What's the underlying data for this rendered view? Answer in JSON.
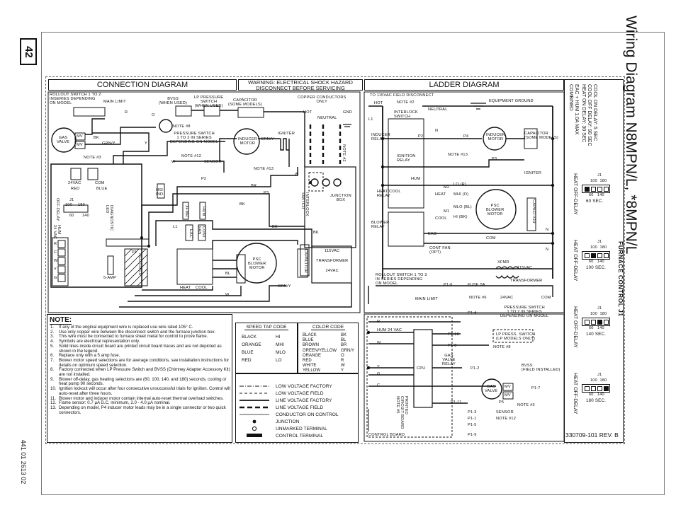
{
  "page": {
    "page_number": "42",
    "doc_id": "441 01 2613 02",
    "main_title": "Wiring Diagram N8MPN/L, *8MPN/L",
    "revision": "330709-101 REV. B"
  },
  "sections": {
    "connection_title": "CONNECTION DIAGRAM",
    "warning_line1": "WARNING:  ELECTRICAL SHOCK HAZARD",
    "warning_line2": "DISCONNECT BEFORE SERVICING",
    "ladder_title": "LADDER DIAGRAM"
  },
  "furnace_control": {
    "delay_lines": [
      "COOL ON DELAY:  5 SEC",
      "COOL OFF DELAY:  90 SEC",
      "HEAT ON DELAY:  30 SEC"
    ],
    "eac_lines": [
      "EAC + HUM 1.0A MAX",
      "COMBINED"
    ],
    "title": "FURNACE CONTROL  J1",
    "jumpers": [
      {
        "label": "HEAT OFF-DELAY",
        "j": "J1",
        "top": "100  180",
        "bottom": "60   140",
        "setting": "60 SEC."
      },
      {
        "label": "HEAT OFF-DELAY",
        "j": "J1",
        "top": "100  180",
        "bottom": "60   140",
        "setting": "100 SEC."
      },
      {
        "label": "HEAT OFF-DELAY",
        "j": "J1",
        "top": "100  180",
        "bottom": "60   140",
        "setting": "140 SEC."
      },
      {
        "label": "HEAT OFF-DELAY",
        "j": "J1",
        "top": "100  180",
        "bottom": "60   140",
        "setting": "180 SEC."
      }
    ]
  },
  "connection_labels": {
    "rollout": [
      "ROLLOUT SWITCH 1 TO 2",
      "INSERIES DEPENDING",
      "ON MODEL"
    ],
    "main_limit": "MAIN LIMIT",
    "bvss": [
      "BVSS",
      "(WHEN USED)"
    ],
    "lp_pressure": [
      "LP PRESSURE",
      "SWITCH",
      "(WHEN USED)"
    ],
    "capacitor": [
      "CAPACITOR",
      "(SOME MODELS)"
    ],
    "copper": [
      "COPPER CONDUCTORS",
      "ONLY"
    ],
    "note8": "NOTE #8",
    "pressure_switch": [
      "PRESSURE SWITCH",
      "1 TO 2 IN SERIES",
      "DEPENDING ON MODEL"
    ],
    "gas_valve": [
      "GAS",
      "VALVE"
    ],
    "mv": "MV",
    "note3": "NOTE #3",
    "inducer_motor": [
      "INDUCER",
      "MOTOR"
    ],
    "igniter": "IGNITER",
    "hot": "HOT",
    "gnd": "GND",
    "neutral": "NEUTRAL",
    "note12": "NOTE #12",
    "sensor": "SENSOR",
    "note13": "NOTE #13",
    "note2": "NOTE #2",
    "vac24": "24VAC",
    "com": "COM",
    "red": "RED",
    "blue": "BLUE",
    "j1": "J1",
    "j1_nums": [
      "100",
      "180",
      "60",
      "140"
    ],
    "off_delay": "OFF-DELAY",
    "hsi_ind": [
      "HSI",
      "IND"
    ],
    "diag_led": [
      "DIAGNOSTIC",
      "LED"
    ],
    "hum24": [
      "HUM",
      "24 VAC"
    ],
    "p1": "P1",
    "p2": "P2",
    "p3": "P3",
    "xfmr": "XFMR",
    "hum": "HUM",
    "l1": "L1",
    "cont_fan": [
      "CONT",
      "FAN"
    ],
    "eac": "EAC",
    "interlock": [
      "INTERLOCK",
      "SWITCH"
    ],
    "junction_box": [
      "JUNCTION",
      "BOX"
    ],
    "five_amp": "5-AMP",
    "neutrals": "NEUTRALS",
    "heat": "HEAT",
    "cool": "COOL",
    "psc_motor": [
      "PSC",
      "BLOWER",
      "MOTOR"
    ],
    "transformer": [
      "115VAC",
      "TRANSFORMER",
      "24VAC"
    ],
    "capacitor2": "CAPACITOR",
    "grn_y": "GRN/Y",
    "terminals": [
      "R",
      "C",
      "W",
      "Y",
      "G"
    ],
    "wire_labels": [
      "BK",
      "W",
      "R",
      "Y",
      "O",
      "BR",
      "BL",
      "BK",
      "W",
      "BK",
      "BK",
      "W"
    ]
  },
  "ladder_labels": {
    "top": [
      "TO 115VAC FIELD DISCONNECT",
      "HOT",
      "NOTE #2",
      "NEUTRAL",
      "EQUIPMENT GROUND"
    ],
    "interlock": [
      "INTERLOCK",
      "SWITCH"
    ],
    "l1": "L1",
    "inducer_relay": [
      "INDUCER",
      "RELAY"
    ],
    "p2": "P2",
    "p4": "P4",
    "inducer_motor": [
      "INDUCER",
      "MOTOR"
    ],
    "capacitor": [
      "CAPACITOR",
      "(SOME MODELS)"
    ],
    "ignition_relay": [
      "IGNITION",
      "RELAY"
    ],
    "note13": "NOTE #13",
    "p3": "P3",
    "igniter": "IGNITER",
    "hum": "HUM",
    "heat_cool_relay": [
      "HEAT/COOL",
      "RELAY"
    ],
    "lo": "LO (R)",
    "mhi": "MHI (O)",
    "mlo": "MLO (BL)",
    "hi": "HI (BK)",
    "m2": "M2",
    "m1": "M1",
    "heat": "HEAT",
    "cool": "COOL",
    "com": "COM",
    "psc": [
      "PSC",
      "BLOWER",
      "MOTOR"
    ],
    "capacitor2": "CAPACITOR",
    "blower_relay": [
      "BLOWER",
      "RELAY"
    ],
    "eac": "EAC",
    "cont_fan": [
      "CONT FAN",
      "(OPT)"
    ],
    "xfmr": "XFMR",
    "n": "N",
    "vac115": "115VAC",
    "transformer": "TRANSFORMER",
    "rollout": [
      "ROLLOUT SWITCH 1 TO 3",
      "IN SERIES DEPENDING",
      "ON MODEL"
    ],
    "p16": "P1-6",
    "fuse": "FUSE 5A",
    "note6": "NOTE #6",
    "vac24": "24VAC",
    "com2": "COM",
    "main_limit": "MAIN LIMIT",
    "p14": "P1-4",
    "pressure_switch": [
      "PRESSURE SWITCH",
      "1 TO 2 IN SERIES",
      "DEPENDING ON MODEL"
    ],
    "r": "R",
    "hum24": "HUM  24 VAC",
    "p110": "P1-10",
    "lp_press": [
      "LP PRESS. SWITCH",
      "(LP MODELS ONLY)"
    ],
    "w": "W",
    "p18": "P1-8",
    "note8": "NOTE #8",
    "gas_valve_relay": [
      "GAS",
      "VALVE",
      "RELAY"
    ],
    "cpu": "CPU",
    "y": "Y",
    "g": "G",
    "p12": "P1-2",
    "bvss": [
      "BVSS",
      "(FIELD INSTALLED)"
    ],
    "c": "C",
    "gas_valve": [
      "GAS",
      "VALVE"
    ],
    "mv": "MV",
    "p17": "P1-7",
    "printed": [
      "PRINTED",
      "CIRCUIT BOARD",
      "NOTE #5"
    ],
    "p111": "P1-11",
    "p5": "P5",
    "note3": "NOTE #3",
    "p13": "P1-3",
    "sensor": "SENSOR",
    "p11": "P1-1",
    "note12": "NOTE #12",
    "p15": "P1-5",
    "control_board": "CONTROL BOARD",
    "p19": "P1-9"
  },
  "notes": {
    "heading": "NOTE:",
    "items": [
      {
        "num": "1.",
        "text": "If any of the original equipment wire is replaced use wire rated 105° C."
      },
      {
        "num": "2.",
        "text": "Use only copper wire between the disconnect switch and the furnace junction box."
      },
      {
        "num": "3.",
        "text": "This wire must be connected to furnace sheet metal for control to prove flame."
      },
      {
        "num": "4.",
        "text": "Symbols are electrical representation only."
      },
      {
        "num": "5.",
        "text": "Solid lines inside circuit board are printed circuit board traces and are not depicted as shown in the legend."
      },
      {
        "num": "6.",
        "text": "Replace only with a 5 amp fuse."
      },
      {
        "num": "7.",
        "text": "Blower motor speed selections are for average conditions, see installation instructions for details on optimum speed selection."
      },
      {
        "num": "8.",
        "text": "Factory connected when LP Pressure Switch and BVSS (Chimney Adapter Accessory Kit) are not installed."
      },
      {
        "num": "9.",
        "text": "Blower off-delay, gas heating selections are (60, 100, 140, and 180) seconds, cooling or heat pump 90 seconds."
      },
      {
        "num": "10.",
        "text": "Ignition lockout will occur after four consecutive unsuccessful trials for ignition.  Control will auto-reset after three hours."
      },
      {
        "num": "11.",
        "text": "Blower motor and inducer motor contain internal auto-reset thermal overload switches."
      },
      {
        "num": "12.",
        "text": "Flame sensor: 0.7 μA D.C. minimum, 2.0 - 4.0 μA nominal."
      },
      {
        "num": "13.",
        "text": "Depending on model, P4 inducer motor leads may be in a single connector or two quick connectors."
      }
    ]
  },
  "speed_tap": {
    "heading": "SPEED TAP CODE",
    "rows": [
      [
        "BLACK",
        "HI"
      ],
      [
        "ORANGE",
        "MHI"
      ],
      [
        "BLUE",
        "MLO"
      ],
      [
        "RED",
        "LO"
      ]
    ]
  },
  "color_code": {
    "heading": "COLOR CODE",
    "rows": [
      [
        "BLACK",
        "BK"
      ],
      [
        "BLUE",
        "BL"
      ],
      [
        "BROWN",
        "BR"
      ],
      [
        "GREEN/YELLOW",
        "GRN/Y"
      ],
      [
        "ORANGE",
        "O"
      ],
      [
        "RED",
        "R"
      ],
      [
        "WHITE",
        "W"
      ],
      [
        "YELLOW",
        "Y"
      ]
    ]
  },
  "legend": {
    "rows": [
      {
        "symbol": "dash-dot",
        "label": "LOW VOLTAGE FACTORY"
      },
      {
        "symbol": "dash-thin",
        "label": "LOW VOLTAGE FIELD"
      },
      {
        "symbol": "solid",
        "label": "LINE VOLTAGE FACTORY"
      },
      {
        "symbol": "dash-thick",
        "label": "LINE VOLTAGE FIELD"
      },
      {
        "symbol": "conductor",
        "label": "CONDUCTOR ON CONTROL"
      },
      {
        "symbol": "junction",
        "label": "JUNCTION"
      },
      {
        "symbol": "terminal",
        "label": "UNMARKED TERMINAL"
      },
      {
        "symbol": "control-terminal",
        "label": "CONTROL TERMINAL"
      }
    ]
  }
}
